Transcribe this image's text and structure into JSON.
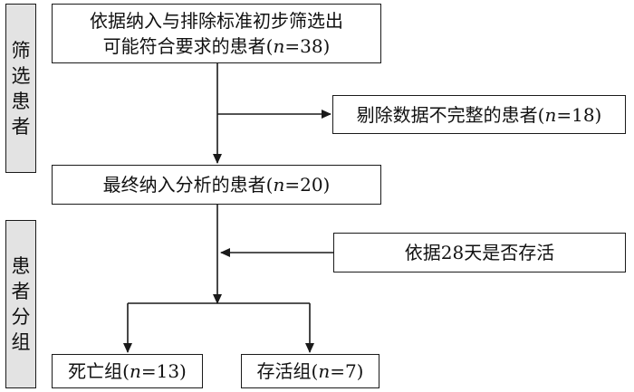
{
  "sidebar": {
    "screening_label": "筛选患者",
    "grouping_label": "患者分组"
  },
  "boxes": {
    "initial": {
      "line1": "依据纳入与排除标准初步筛选出",
      "line2_prefix": "可能符合要求的患者(",
      "n_symbol": "n",
      "line2_value": "=38)"
    },
    "excluded": {
      "prefix": "剔除数据不完整的患者(",
      "n_symbol": "n",
      "value": "=18)"
    },
    "final": {
      "prefix": "最终纳入分析的患者(",
      "n_symbol": "n",
      "value": "=20)"
    },
    "criterion": {
      "text": "依据28天是否存活"
    },
    "death": {
      "prefix": "死亡组(",
      "n_symbol": "n",
      "value": "=13)"
    },
    "survival": {
      "prefix": "存活组(",
      "n_symbol": "n",
      "value": "=7)"
    }
  },
  "colors": {
    "line": "#1a1a1a",
    "sidebar_fill": "#e3e3e3",
    "box_fill": "#ffffff"
  }
}
